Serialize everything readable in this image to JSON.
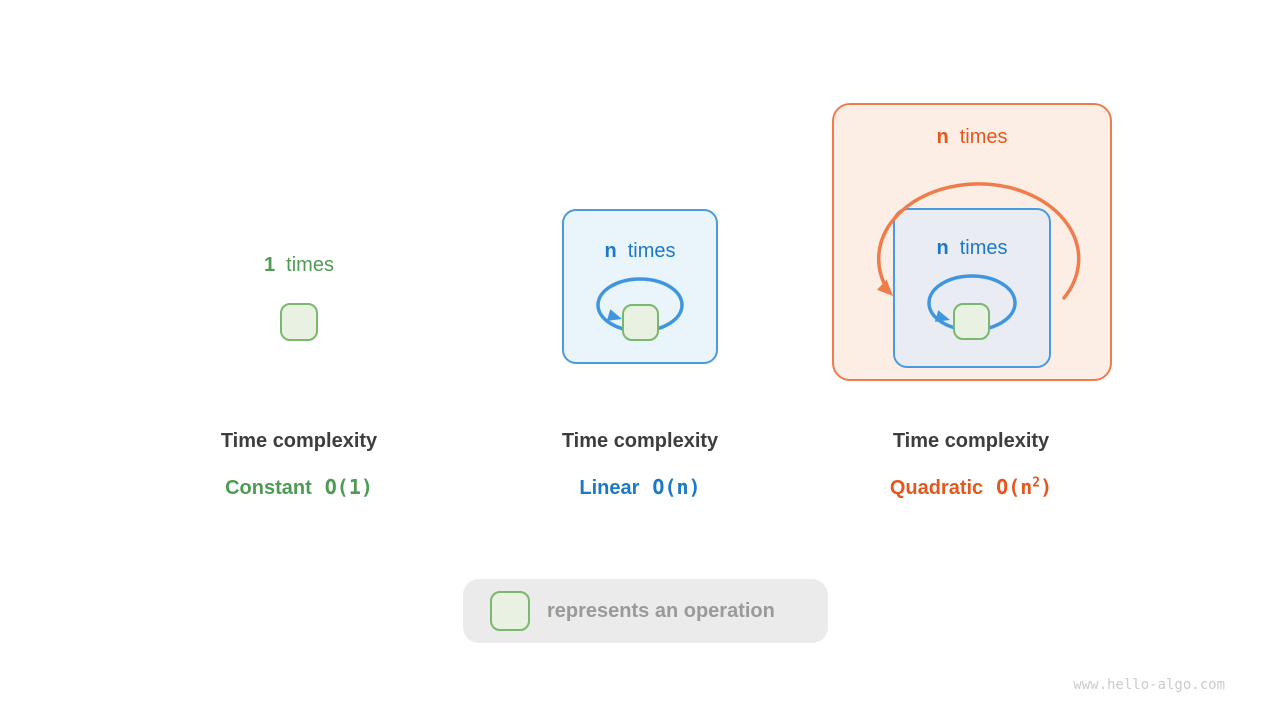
{
  "colors": {
    "green_accent": "#4f9b53",
    "green_box_border": "#7ab86e",
    "green_box_fill": "#e9f1e2",
    "blue_accent": "#1d79c6",
    "blue_box_border": "#4a9ade",
    "blue_box_fill": "#e9f4fb",
    "blue_inner_box_fill": "#e9edf3",
    "blue_loop_arrow": "#3f95de",
    "orange_accent": "#e4581f",
    "orange_box_border": "#ee7c4e",
    "orange_box_fill": "#fdeee5",
    "orange_loop_arrow": "#ef7c4b",
    "heading_text": "#3d3d3d",
    "legend_bg": "#ebebeb",
    "legend_text": "#9a9a9a",
    "watermark_text": "#cbcbcb"
  },
  "diagrams": {
    "constant": {
      "count": "1",
      "word": "times"
    },
    "linear": {
      "count": "n",
      "word": "times"
    },
    "quadratic": {
      "outer_count": "n",
      "outer_word": "times",
      "inner_count": "n",
      "inner_word": "times"
    }
  },
  "labels": {
    "title": "Time complexity",
    "constant": {
      "name": "Constant",
      "notation": "O(1)"
    },
    "linear": {
      "name": "Linear",
      "notation": "O(n)"
    },
    "quadratic": {
      "name": "Quadratic",
      "notation_pre": "O(n",
      "notation_sup": "2",
      "notation_post": ")"
    }
  },
  "legend": {
    "text": "represents an operation"
  },
  "watermark": "www.hello-algo.com"
}
